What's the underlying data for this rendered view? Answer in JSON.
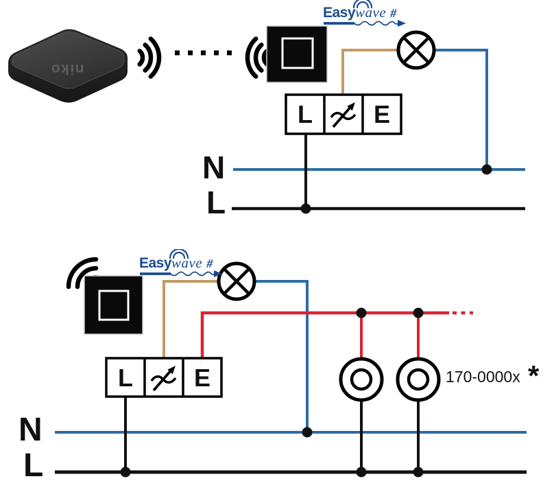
{
  "colors": {
    "wire_blue": "#2e6ca8",
    "wire_brown": "#c49a66",
    "wire_red": "#d92332",
    "brand_blue": "#1a4a8f",
    "wire_black": "#111111"
  },
  "hub": {
    "logo_text": "niko"
  },
  "brand": {
    "part_bold": "Easy",
    "part_italic": "wave",
    "suffix": "#"
  },
  "top_circuit": {
    "terminal_l": "L",
    "terminal_e": "E",
    "neutral_label": "N",
    "line_label": "L"
  },
  "bottom_circuit": {
    "terminal_l": "L",
    "terminal_e": "E",
    "neutral_label": "N",
    "line_label": "L",
    "receiver_code": "170-0000x",
    "footnote_marker": "*"
  }
}
